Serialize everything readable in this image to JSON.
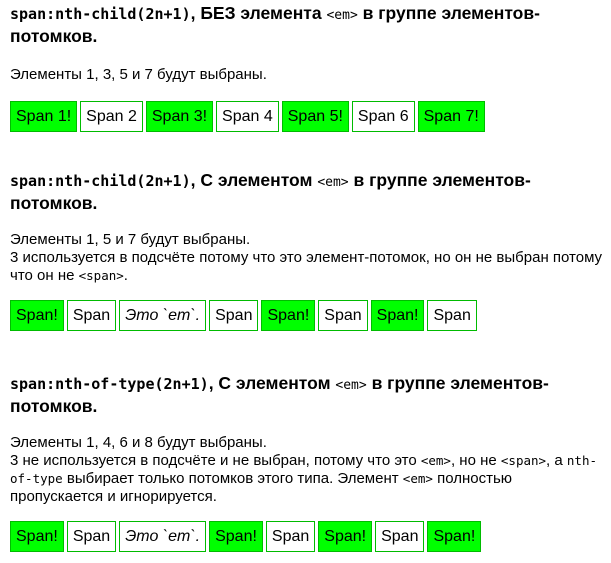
{
  "sections": [
    {
      "heading_code": "span:nth-child(2n+1)",
      "heading_pre": ", БЕЗ элемента ",
      "heading_em": "<em>",
      "heading_post": " в группе элементов-потомков.",
      "desc_line1": "Элементы 1, 3, 5 и 7 будут выбраны.",
      "boxes": [
        "Span 1!",
        "Span 2",
        "Span 3!",
        "Span 4",
        "Span 5!",
        "Span 6",
        "Span 7!"
      ]
    },
    {
      "heading_code": "span:nth-child(2n+1)",
      "heading_pre": ", С элементом ",
      "heading_em": "<em>",
      "heading_post": " в группе элементов-потомков.",
      "desc_line1": "Элементы 1, 5 и 7 будут выбраны.",
      "desc_line2_a": "3 используется в подсчёте потому что это элемент-потомок, но он не выбран потому что он не ",
      "desc_line2_code": "<span>",
      "desc_line2_b": ".",
      "boxes": [
        "Span!",
        "Span",
        "Это `em`.",
        "Span",
        "Span!",
        "Span",
        "Span!",
        "Span"
      ]
    },
    {
      "heading_code": "span:nth-of-type(2n+1)",
      "heading_pre": ", С элементом ",
      "heading_em": "<em>",
      "heading_post": " в группе элементов-потомков.",
      "desc_line1": "Элементы 1, 4, 6 и 8 будут выбраны.",
      "desc_line2_a": "3 не используется в подсчёте и не выбран, потому что это ",
      "desc_line2_code1": "<em>",
      "desc_line2_b": ", но не ",
      "desc_line2_code2": "<span>",
      "desc_line2_c": ", а ",
      "desc_line2_code3": "nth-of-type",
      "desc_line2_d": " выбирает только потомков этого типа. Элемент ",
      "desc_line2_code4": "<em>",
      "desc_line2_e": " полностью пропускается и игнорируется.",
      "boxes": [
        "Span!",
        "Span",
        "Это `em`.",
        "Span!",
        "Span",
        "Span!",
        "Span",
        "Span!"
      ]
    }
  ],
  "colors": {
    "selected_bg": "#00ff00",
    "box_border": "#00bb00"
  }
}
